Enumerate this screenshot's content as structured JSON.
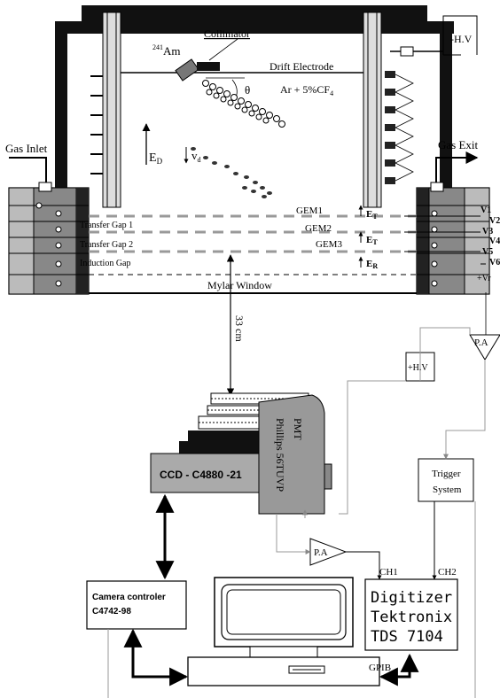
{
  "labels": {
    "hv_top": "-H.V",
    "collimator": "Collimator",
    "am_sup": "241",
    "am": "Am",
    "theta": "θ",
    "drift_electrode": "Drift Electrode",
    "gas_mix": "Ar + 5%CF",
    "gas_mix_sub": "4",
    "ed": "E",
    "ed_sub": "D",
    "vd": "v",
    "vd_sub": "d",
    "gas_inlet": "Gas Inlet",
    "gas_exit": "Gas Exit",
    "gem1": "GEM1",
    "gem2": "GEM2",
    "gem3": "GEM3",
    "transfer_gap_1": "Transfer Gap 1",
    "transfer_gap_2": "Transfer Gap 2",
    "induction_gap": "Induction Gap",
    "et1": "E",
    "et1_sub": "T",
    "et2": "E",
    "et2_sub": "T",
    "er": "E",
    "er_sub": "R",
    "v1": "V1",
    "v2": "V2",
    "v3": "V3",
    "v4": "V4",
    "v5": "V5",
    "v6": "V6",
    "vr": "+Vr",
    "mylar_window": "Mylar Window",
    "distance": "33 cm",
    "hv_mid": "+H.V",
    "pa_top": "P.A",
    "pmt": "PMT",
    "pmt_model": "Phillips 56TUVP",
    "ccd": "CCD - C4880 -21",
    "trigger_1": "Trigger",
    "trigger_2": "System",
    "pa_bottom": "P.A",
    "ch1": "CH1",
    "ch2": "CH2",
    "camera_1": "Camera controler",
    "camera_2": "C4742-98",
    "digitizer_1": "Digitizer",
    "digitizer_2": "Tektronix",
    "digitizer_3": "TDS 7104",
    "gpib": "GPIB"
  }
}
